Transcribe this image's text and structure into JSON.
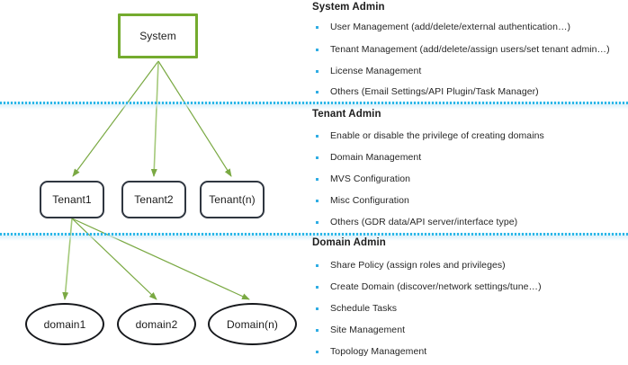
{
  "theme": {
    "system_box_border": "#74ab2e",
    "arrow_color": "#7aa943",
    "node_border": "#2f3640",
    "divider_color": "#29b6e8",
    "bullet_color": "#30ade4",
    "text_color": "#262626",
    "heading_color": "#1d1d1d",
    "background": "#ffffff"
  },
  "diagram": {
    "type": "hierarchy-tree",
    "levels": [
      {
        "name": "system-level",
        "nodes": [
          {
            "id": "system",
            "label": "System",
            "shape": "rectangle"
          }
        ]
      },
      {
        "name": "tenant-level",
        "nodes": [
          {
            "id": "tenant1",
            "label": "Tenant1",
            "shape": "rounded-rectangle"
          },
          {
            "id": "tenant2",
            "label": "Tenant2",
            "shape": "rounded-rectangle"
          },
          {
            "id": "tenantn",
            "label": "Tenant(n)",
            "shape": "rounded-rectangle"
          }
        ]
      },
      {
        "name": "domain-level",
        "nodes": [
          {
            "id": "domain1",
            "label": "domain1",
            "shape": "ellipse"
          },
          {
            "id": "domain2",
            "label": "domain2",
            "shape": "ellipse"
          },
          {
            "id": "domainn",
            "label": "Domain(n)",
            "shape": "ellipse"
          }
        ]
      }
    ],
    "edges": [
      {
        "from": "system",
        "to": "tenant1"
      },
      {
        "from": "system",
        "to": "tenant2"
      },
      {
        "from": "system",
        "to": "tenantn"
      },
      {
        "from": "tenant1",
        "to": "domain1"
      },
      {
        "from": "tenant1",
        "to": "domain2"
      },
      {
        "from": "tenant1",
        "to": "domainn"
      }
    ]
  },
  "panel": {
    "sections": [
      {
        "id": "system-admin",
        "title": "System Admin",
        "items": [
          "User Management (add/delete/external authentication…)",
          "Tenant Management (add/delete/assign users/set tenant admin…)",
          "License Management",
          "Others (Email Settings/API Plugin/Task Manager)"
        ]
      },
      {
        "id": "tenant-admin",
        "title": "Tenant Admin",
        "items": [
          "Enable or disable the privilege of creating domains",
          "Domain Management",
          "MVS Configuration",
          "Misc Configuration",
          "Others (GDR data/API server/interface type)"
        ]
      },
      {
        "id": "domain-admin",
        "title": "Domain Admin",
        "items": [
          "Share Policy (assign roles and privileges)",
          "Create Domain (discover/network settings/tune…)",
          "Schedule Tasks",
          "Site Management",
          "Topology Management"
        ]
      }
    ]
  }
}
